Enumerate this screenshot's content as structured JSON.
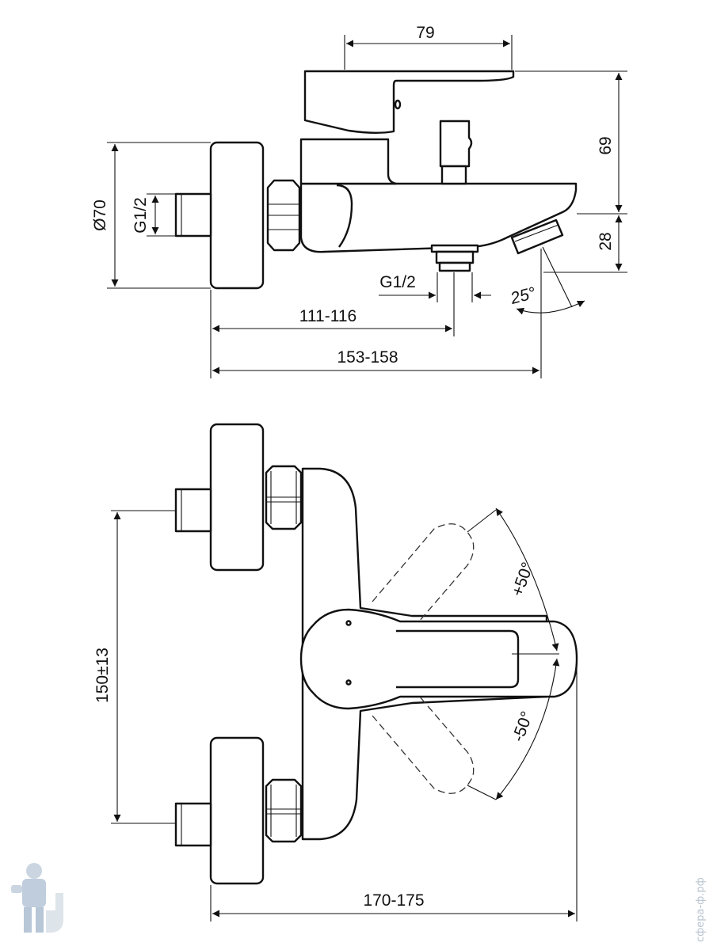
{
  "side_view": {
    "dim_top_width": "79",
    "dim_height_upper": "69",
    "dim_height_lower": "28",
    "dim_rosette_diameter": "Ø70",
    "dim_inlet_thread": "G1/2",
    "dim_outlet_thread": "G1/2",
    "dim_outlet_angle": "25°",
    "dim_outlet_distance": "111-116",
    "dim_total_depth": "153-158"
  },
  "front_view": {
    "dim_inlet_spacing": "150±13",
    "dim_lever_up": "+50°",
    "dim_lever_down": "-50°",
    "dim_total_depth": "170-175"
  },
  "watermark": {
    "text": "сфера-ф.рф",
    "icon": "plumber-mascot-icon"
  }
}
